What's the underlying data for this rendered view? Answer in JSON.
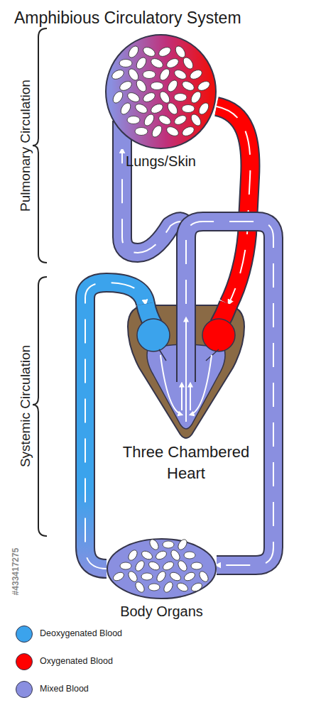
{
  "diagram": {
    "title": "Amphibious Circulatory System",
    "nodes": [
      {
        "text": [
          "Lungs/Skin"
        ]
      },
      {
        "text": [
          "Three Chambered Heart"
        ]
      },
      {
        "text": [
          "Body Organs"
        ]
      }
    ],
    "edges": [
      {
        "from": 1,
        "to": 0,
        "arrow": "to"
      },
      {
        "from": 0,
        "to": 1,
        "arrow": "to"
      },
      {
        "from": 1,
        "to": 2,
        "arrow": "to"
      },
      {
        "from": 2,
        "to": 1,
        "arrow": "to"
      }
    ],
    "labels": [
      "Pulmonary Circulation",
      "Systemic Circulation",
      "#433417275"
    ],
    "legend": [
      {
        "text": "Deoxygenated Blood",
        "color": "#3ba3ec"
      },
      {
        "text": "Oxygenated Blood",
        "color": "#ff0000"
      },
      {
        "text": "Mixed Blood",
        "color": "#8a8fe0"
      }
    ]
  }
}
